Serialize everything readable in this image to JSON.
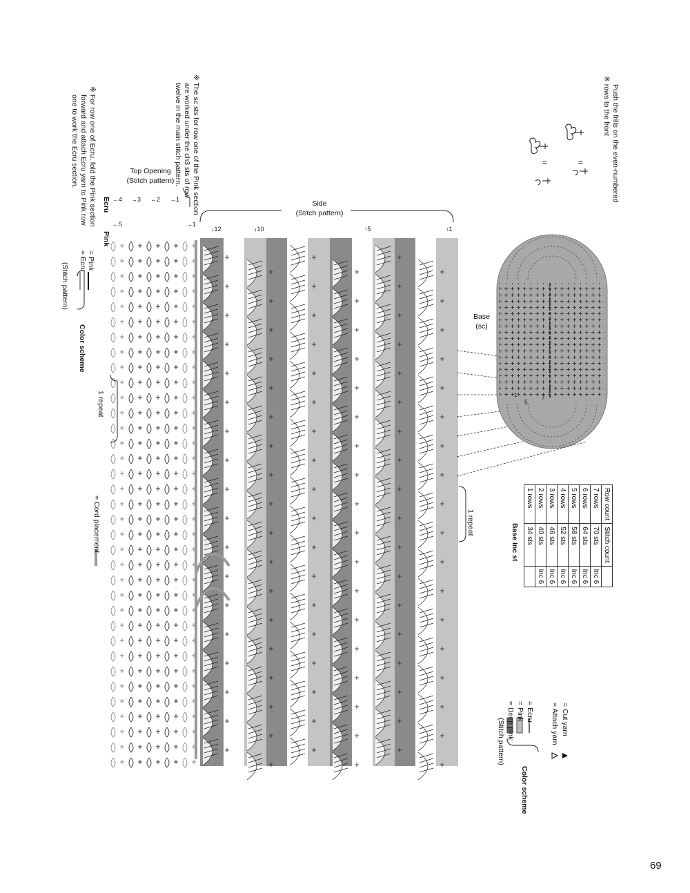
{
  "notes": {
    "ecru_fold": [
      "For row one of Ecru, fold the Pink section",
      "forward and attach Ecru yarn to Pink row",
      "one to work the Ecru section."
    ],
    "sc_sts": [
      "The sc sts for row one of the Pink section",
      "are worked under the ch3 sts of row",
      "twelve in the main stitch pattern."
    ],
    "push_frills": [
      "Push the frills on the even-numbered",
      "rows to the front"
    ],
    "mark": "※"
  },
  "top_opening": {
    "title": "Top Opening",
    "subtitle": "(Stitch pattern)"
  },
  "side": {
    "title": "Side",
    "subtitle": "(Stitch pattern)"
  },
  "base": {
    "title": "Base",
    "subtitle": "(sc)"
  },
  "color_labels": {
    "ecru": "Ecru",
    "pink": "Pink"
  },
  "top_rows": {
    "ecru": [
      "4",
      "3",
      "2",
      "1"
    ],
    "pink": [
      "5",
      "1"
    ]
  },
  "side_rows": [
    "12",
    "10",
    "5",
    "1"
  ],
  "color_scheme_top": {
    "heading": "Color scheme",
    "subheading": "(Stitch pattern)",
    "entries": [
      {
        "label": "= Ecru",
        "color": "#9a9a9a"
      },
      {
        "label": "= Pink",
        "color": "#111111"
      }
    ]
  },
  "color_scheme_bottom": {
    "heading": "Color scheme",
    "subheading": "(Stitch pattern)",
    "entries": [
      {
        "label": "= Deep pink",
        "color": "#7a7a7a"
      },
      {
        "label": "= Pink",
        "color": "#bdbdbd"
      },
      {
        "label": "= Ecru",
        "color": "#ffffff"
      }
    ]
  },
  "cord_placement": "= Cord placement",
  "repeat_label": "1 repeat",
  "legend_symbols": {
    "attach": "= Attach yarn",
    "cut": "= Cut yarn"
  },
  "base_table": {
    "title": "Base Inc st",
    "headers": [
      "Row count",
      "Stitch count",
      ""
    ],
    "rows": [
      [
        "7 rows",
        "70 sts",
        "Inc 6"
      ],
      [
        "6 rows",
        "64 sts",
        "Inc 6"
      ],
      [
        "5 rows",
        "58 sts",
        "Inc 6"
      ],
      [
        "4 rows",
        "52 sts",
        "Inc 6"
      ],
      [
        "3 rows",
        "46 sts",
        "Inc 6"
      ],
      [
        "2 rows",
        "40 sts",
        "Inc 6"
      ],
      [
        "1 rows",
        "34 sts",
        ""
      ]
    ]
  },
  "base_round_labels": [
    "1",
    "5",
    "7"
  ],
  "equals": "=",
  "page_number": "69"
}
